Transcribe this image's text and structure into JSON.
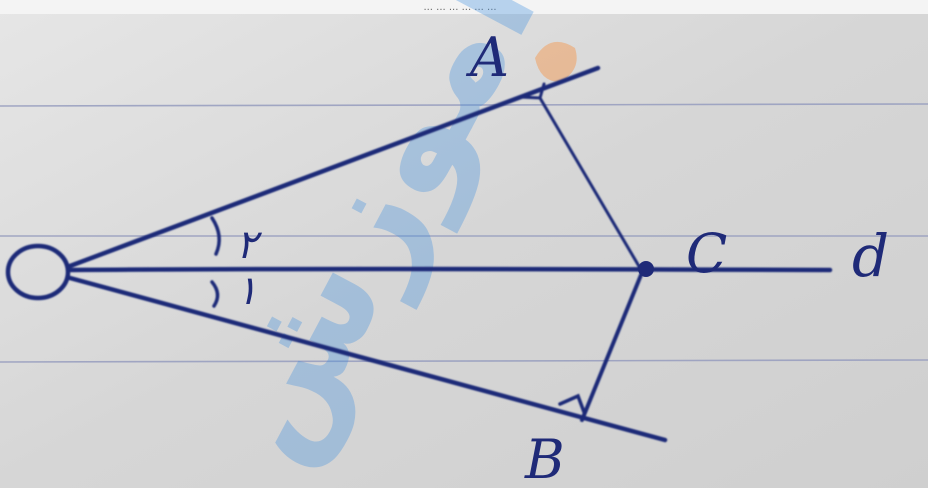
{
  "top_caption": "... ... ... ... ... ...",
  "labels": {
    "point_a": "A",
    "point_b": "B",
    "point_c": "C",
    "line_d": "d",
    "vertex_o": "O",
    "angle_1": "۱",
    "angle_2": "۲"
  },
  "watermark": {
    "text": "آموزش",
    "color": "#3f8fe0",
    "accent_color": "#f0a060"
  },
  "colors": {
    "ink": "#1f2a78",
    "paper": "#dcdcdc",
    "ruled_line": "#9aa0c0"
  }
}
